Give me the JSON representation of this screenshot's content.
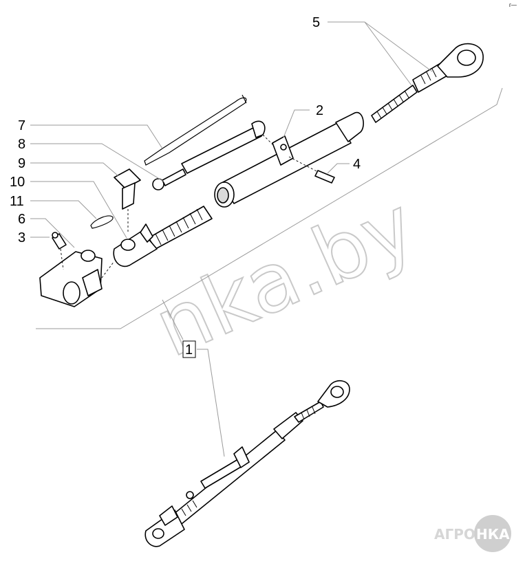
{
  "corner_mark": "г—",
  "watermark": "nka.by",
  "logo": {
    "left": "АГРО",
    "right": "НКА",
    "colors": {
      "text": "#d6d6d6",
      "circle": "#cfcfcf"
    }
  },
  "callouts": [
    {
      "id": "label-1",
      "text": "1"
    },
    {
      "id": "label-2",
      "text": "2"
    },
    {
      "id": "label-3",
      "text": "3"
    },
    {
      "id": "label-4",
      "text": "4"
    },
    {
      "id": "label-5",
      "text": "5"
    },
    {
      "id": "label-6",
      "text": "6"
    },
    {
      "id": "label-7",
      "text": "7"
    },
    {
      "id": "label-8",
      "text": "8"
    },
    {
      "id": "label-9",
      "text": "9"
    },
    {
      "id": "label-10",
      "text": "10"
    },
    {
      "id": "label-11",
      "text": "11"
    }
  ]
}
